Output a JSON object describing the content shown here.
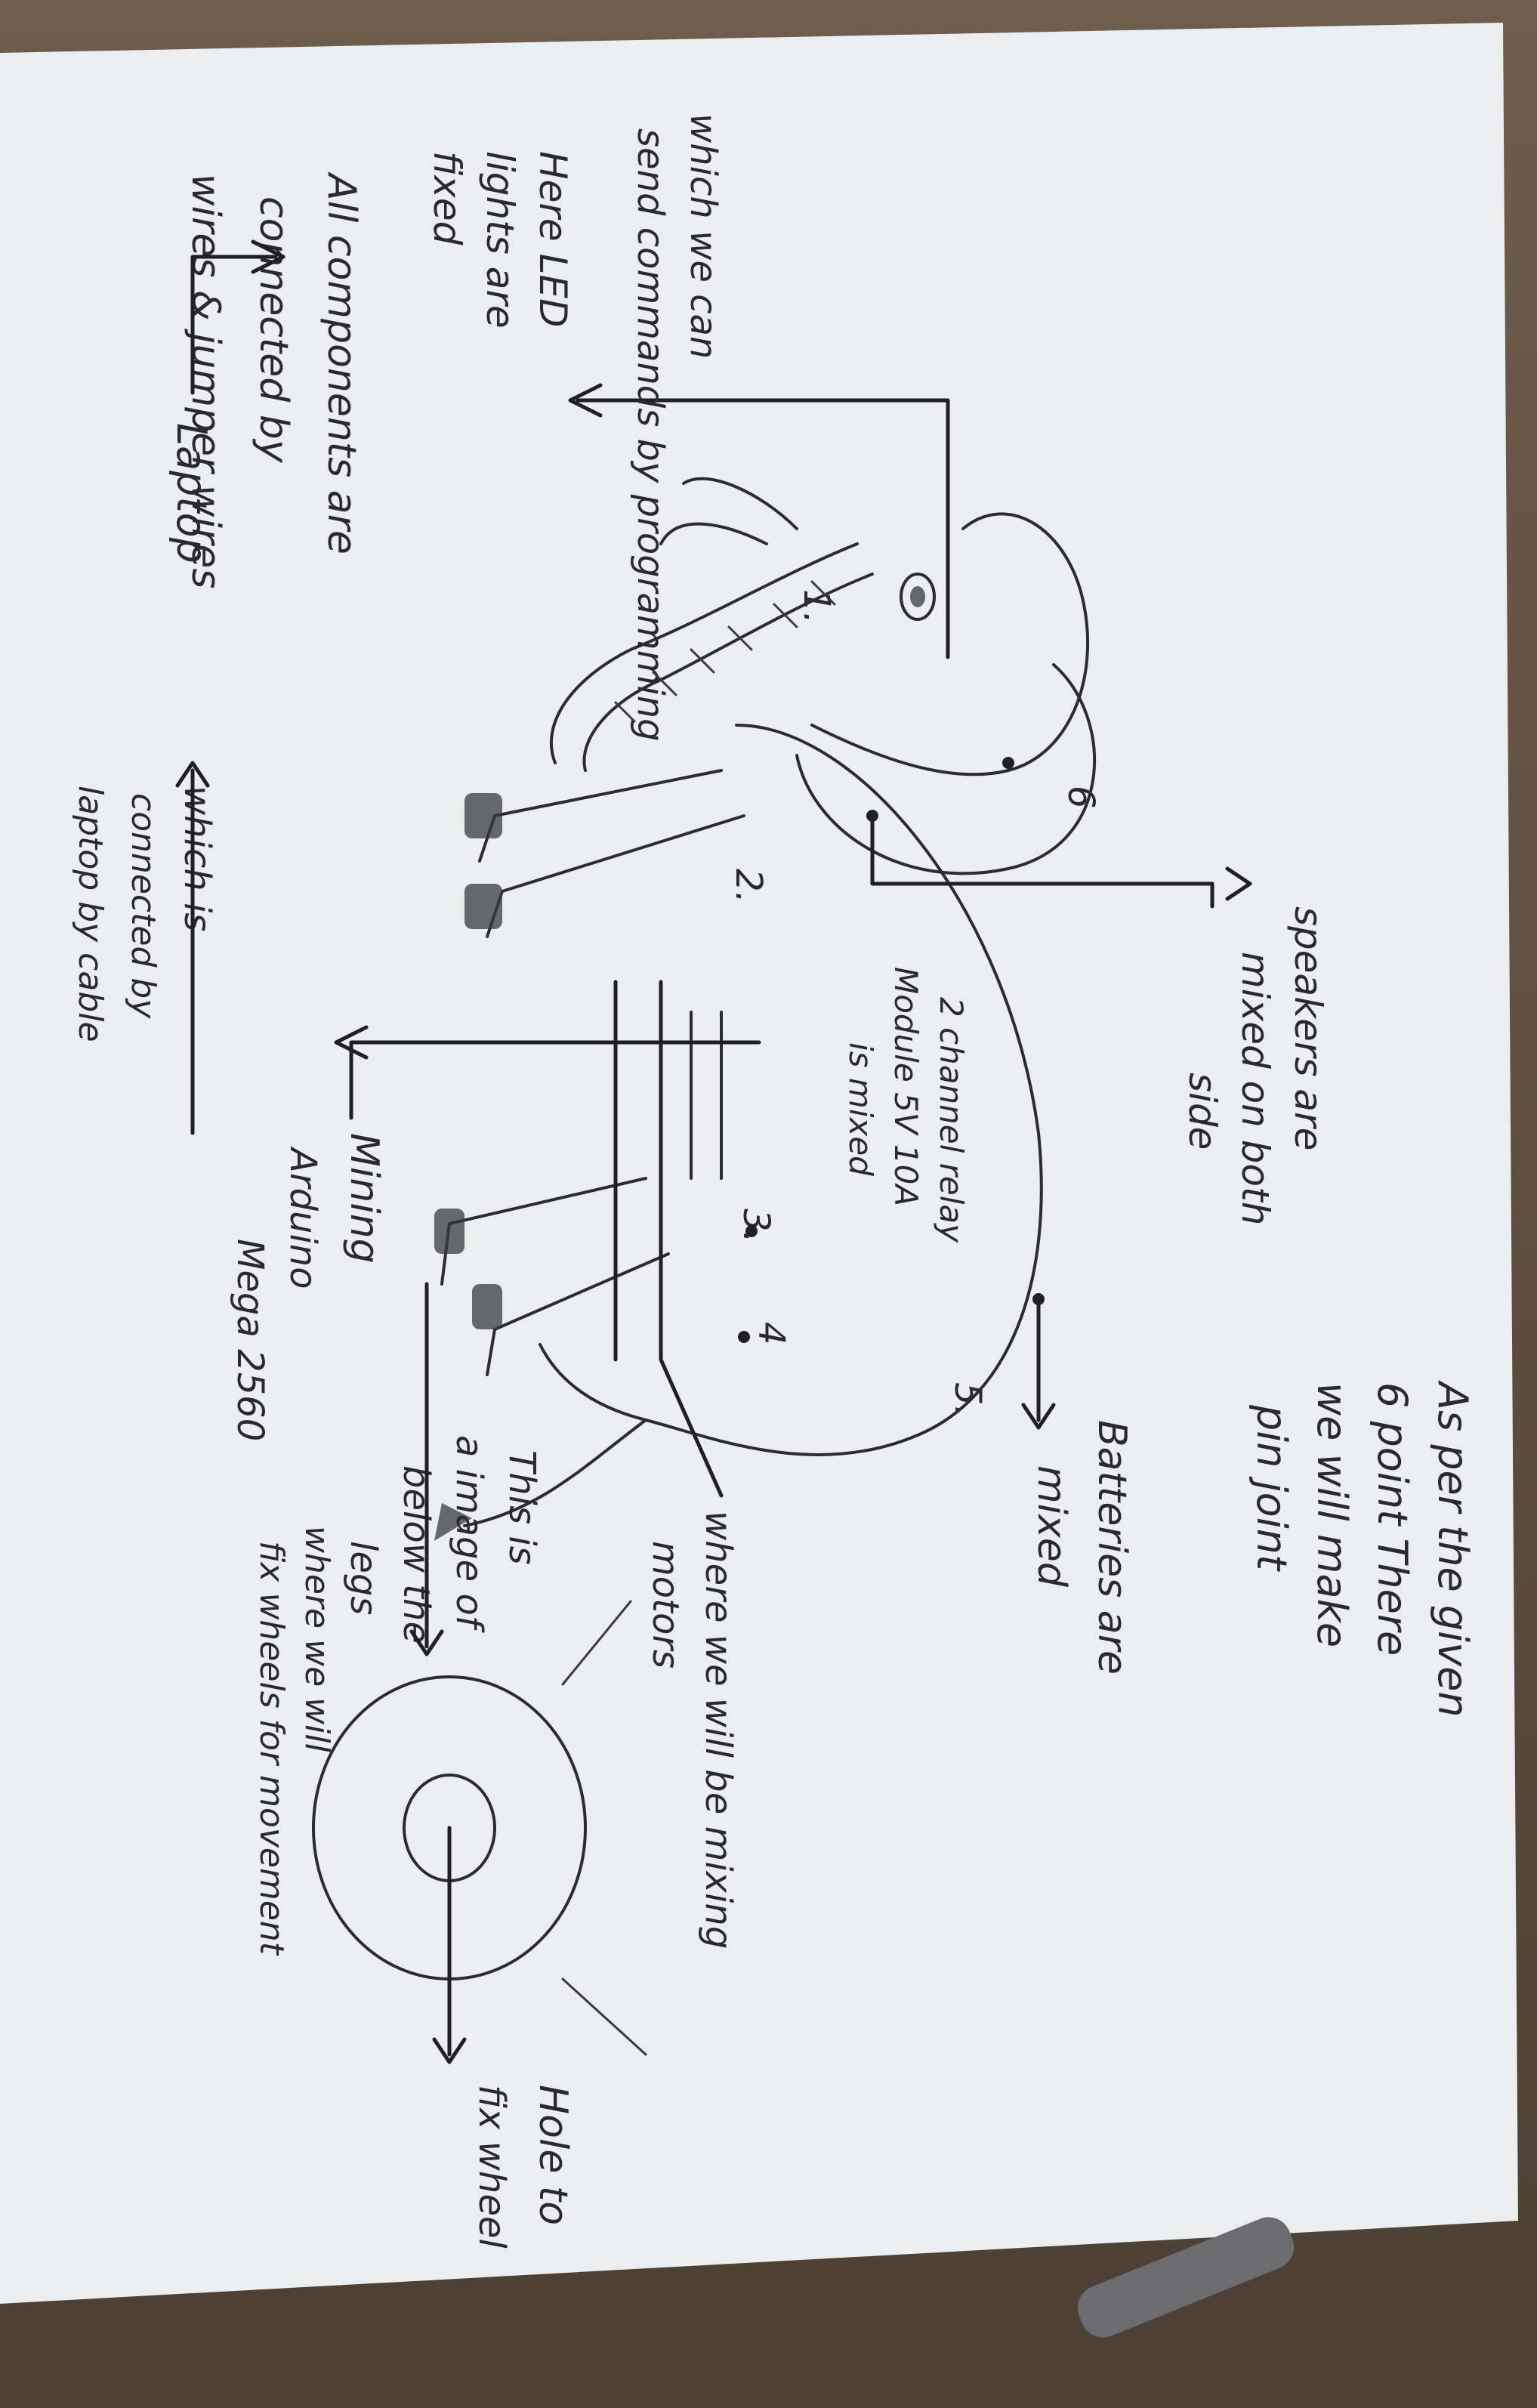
{
  "diagram": {
    "intro_note": [
      "As per the given",
      "6 point There",
      "we will make",
      "pin joint"
    ],
    "components_note": [
      "All components are",
      "connected by",
      "wires & jumper wires"
    ],
    "led_note": [
      "Here LED",
      "lights are",
      "fixed"
    ],
    "speakers_note": [
      "speakers are",
      "mixed on both",
      "side"
    ],
    "relay_note": [
      "2 channel relay",
      "Module 5V 10A",
      "is mixed"
    ],
    "batteries_note": [
      "Batteries are",
      "mixed"
    ],
    "mining_note": [
      "Mining"
    ],
    "motors_note": [
      "where we will be mixing",
      "motors"
    ],
    "arduino_note": [
      "Arduino",
      "Mega 2560"
    ],
    "arduino_connection_note": [
      "which is",
      "connected by",
      "laptop by cable"
    ],
    "wheels_note": [
      "This is",
      "a image of",
      "below the",
      "legs",
      "where we will",
      "fix wheels for movement"
    ],
    "hole_note": [
      "Hole to",
      "fix wheel"
    ],
    "laptop_label": "Laptop",
    "laptop_note": [
      "which we can",
      "send commands by programming"
    ],
    "point_numbers": [
      "1.",
      "2.",
      "3.",
      "4",
      "5.",
      "6"
    ]
  },
  "colors": {
    "paper": "#ecedef",
    "ink": "#2a2a2e",
    "table": "#5a4a3c"
  }
}
